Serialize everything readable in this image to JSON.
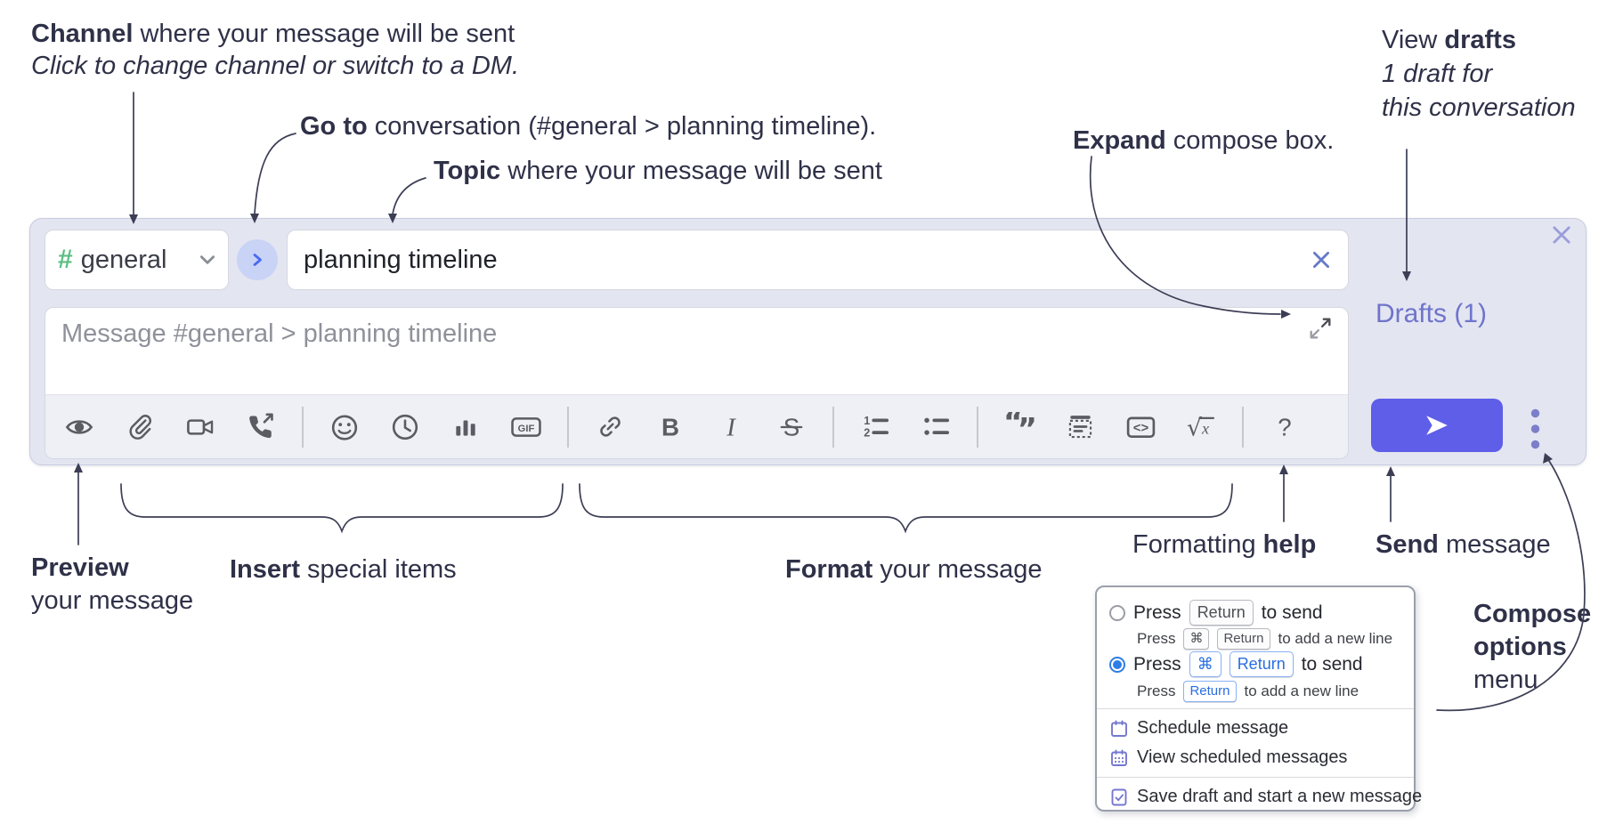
{
  "annotations": {
    "channel": {
      "bold": "Channel",
      "rest": " where your message will be sent",
      "sub": "Click to change channel or switch to a DM."
    },
    "goto": {
      "bold": "Go to",
      "rest": " conversation (#general > planning timeline)."
    },
    "topic": {
      "bold": "Topic",
      "rest": " where your message will be sent"
    },
    "expand": {
      "bold": "Expand",
      "rest": " compose box."
    },
    "view_drafts": {
      "pre": "View ",
      "bold": "drafts",
      "line2": "1 draft for",
      "line3": "this conversation"
    },
    "preview": {
      "bold": "Preview",
      "line2": "your message"
    },
    "insert": {
      "bold": "Insert",
      "rest": " special items"
    },
    "format": {
      "bold": "Format",
      "rest": " your message"
    },
    "formatting_help": {
      "pre": "Formatting ",
      "bold": "help"
    },
    "send": {
      "bold": "Send",
      "rest": " message"
    },
    "compose_options": {
      "line1": "Compose",
      "line2": "options",
      "line3": "menu"
    }
  },
  "compose_box": {
    "channel_selector": {
      "hash": "#",
      "label": "general"
    },
    "topic_input": {
      "value": "planning timeline"
    },
    "message_input": {
      "placeholder": "Message #general > planning timeline"
    },
    "drafts_link": "Drafts (1)",
    "toolbar": {
      "icons": [
        "preview-eye",
        "attach-paperclip",
        "video-call",
        "audio-call",
        "emoji",
        "time",
        "poll",
        "gif",
        "link",
        "bold",
        "italic",
        "strikethrough",
        "numbered-list",
        "bulleted-list",
        "quote",
        "spoiler",
        "code",
        "math",
        "help"
      ],
      "labels": {
        "gif": "GIF",
        "bold": "B",
        "italic": "I",
        "strike": "S",
        "ol_1": "1",
        "ol_2": "2",
        "quote": "“”",
        "code": "<>",
        "math_root": "√",
        "math_x": "x",
        "help": "?"
      }
    }
  },
  "popup": {
    "options": [
      {
        "selected": false,
        "main": {
          "pre": "Press",
          "keys": [
            "Return"
          ],
          "post": "to send"
        },
        "sub": {
          "pre": "Press",
          "keys": [
            "⌘",
            "Return"
          ],
          "post": "to add a new line"
        }
      },
      {
        "selected": true,
        "main": {
          "pre": "Press",
          "keys": [
            "⌘",
            "Return"
          ],
          "post": "to send"
        },
        "sub": {
          "pre": "Press",
          "keys": [
            "Return"
          ],
          "post": "to add a new line"
        }
      }
    ],
    "menu_items": [
      {
        "icon": "schedule-calendar-icon",
        "label": "Schedule message"
      },
      {
        "icon": "scheduled-calendar-grid-icon",
        "label": "View scheduled messages"
      },
      {
        "icon": "save-draft-file-icon",
        "label": "Save draft and start a new message"
      }
    ]
  },
  "colors": {
    "container_bg": "#e3e5f1",
    "send_button": "#5f5ee8",
    "drafts_link": "#6f74cb",
    "hash_green": "#5cbf82",
    "goto_circle_bg": "#c9d3f6",
    "goto_chevron_blue": "#4a6bf0",
    "radio_selected_blue": "#2e7de5",
    "key_blue": "#2a6ee0",
    "popup_icon_purple": "#7577d1",
    "annotation_ink": "#2f3148",
    "toolbar_icon_gray": "#5b5c63"
  }
}
